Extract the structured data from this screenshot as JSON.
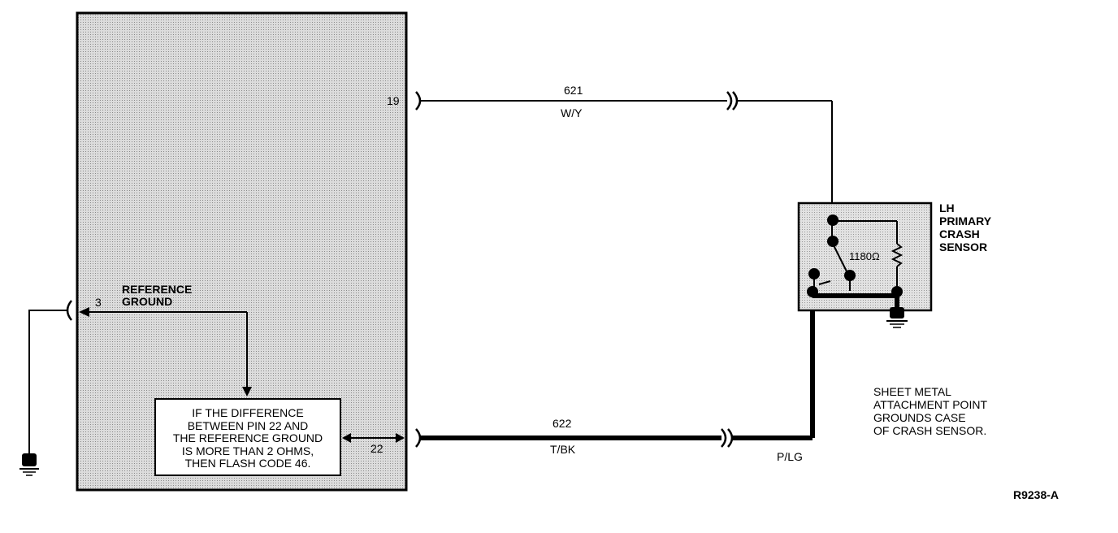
{
  "wires": {
    "top": {
      "circuit": "621",
      "color": "W/Y"
    },
    "bottom": {
      "circuit": "622",
      "color": "T/BK"
    },
    "sensor_lead_color": "P/LG"
  },
  "pins": {
    "top": "19",
    "bottom": "22",
    "reference": "3"
  },
  "reference_label": [
    "REFERENCE",
    "GROUND"
  ],
  "sensor": {
    "label": [
      "LH",
      "PRIMARY",
      "CRASH",
      "SENSOR"
    ],
    "resistor_value": "1180Ω"
  },
  "note_box": [
    "IF THE DIFFERENCE",
    "BETWEEN PIN 22 AND",
    "THE REFERENCE GROUND",
    "IS MORE THAN 2 OHMS,",
    "THEN FLASH CODE 46."
  ],
  "ground_note": [
    "SHEET METAL",
    "ATTACHMENT POINT",
    "GROUNDS CASE",
    "OF CRASH SENSOR."
  ],
  "figure_id": "R9238-A",
  "colors": {
    "ink": "#000000",
    "shade": "#cfcfcf",
    "paper": "#ffffff"
  }
}
